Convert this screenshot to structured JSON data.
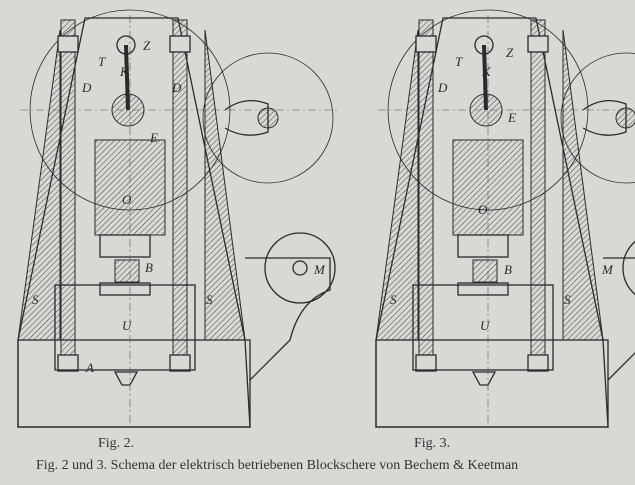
{
  "figures": [
    {
      "caption": "Fig. 2.",
      "labels": [
        "Z",
        "T",
        "K",
        "D",
        "D",
        "E",
        "O",
        "B",
        "S",
        "S",
        "U",
        "A",
        "M"
      ]
    },
    {
      "caption": "Fig. 3.",
      "labels": [
        "T",
        "Z",
        "K",
        "D",
        "E",
        "O",
        "B",
        "S",
        "S",
        "U",
        "M"
      ]
    }
  ],
  "caption": "Fig. 2 und 3.  Schema der elektrisch betriebenen Blockschere von Bechem & Keetman",
  "colors": {
    "paper": "#d8d8d4",
    "ink": "#2a2a2a"
  }
}
